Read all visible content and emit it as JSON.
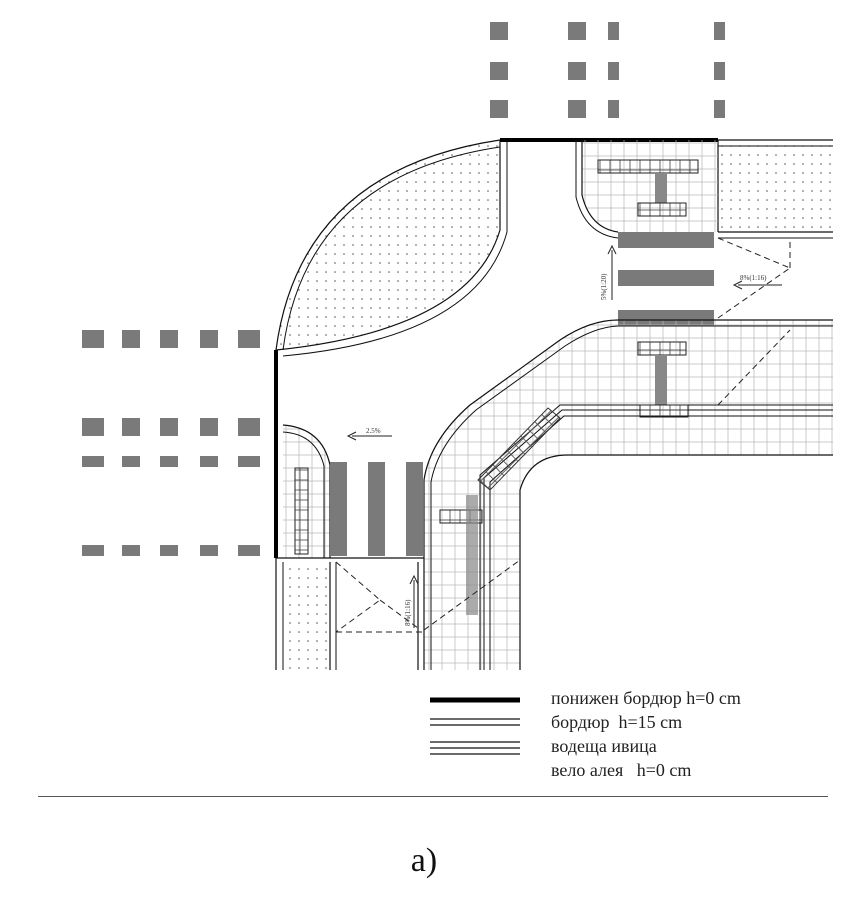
{
  "figure": {
    "caption": "а)"
  },
  "slope_labels": {
    "north_crossing": "5%(1:20)",
    "east_ramp": "8%(1:16)",
    "west_crossing": "2.5%",
    "south_ramp": "8%(1:16)"
  },
  "legend": [
    {
      "line_style": "thick-solid",
      "label": "понижен бордюр h=0 cm"
    },
    {
      "line_style": "double",
      "label": "бордюр  h=15 cm"
    },
    {
      "line_style": "triple",
      "label": "водеща ивица"
    },
    {
      "line_style": "none",
      "label": "вело алея   h=0 cm"
    }
  ],
  "colors": {
    "stripe": "#7a7a7a",
    "line": "#111111",
    "grid": "#b5b5b5"
  }
}
